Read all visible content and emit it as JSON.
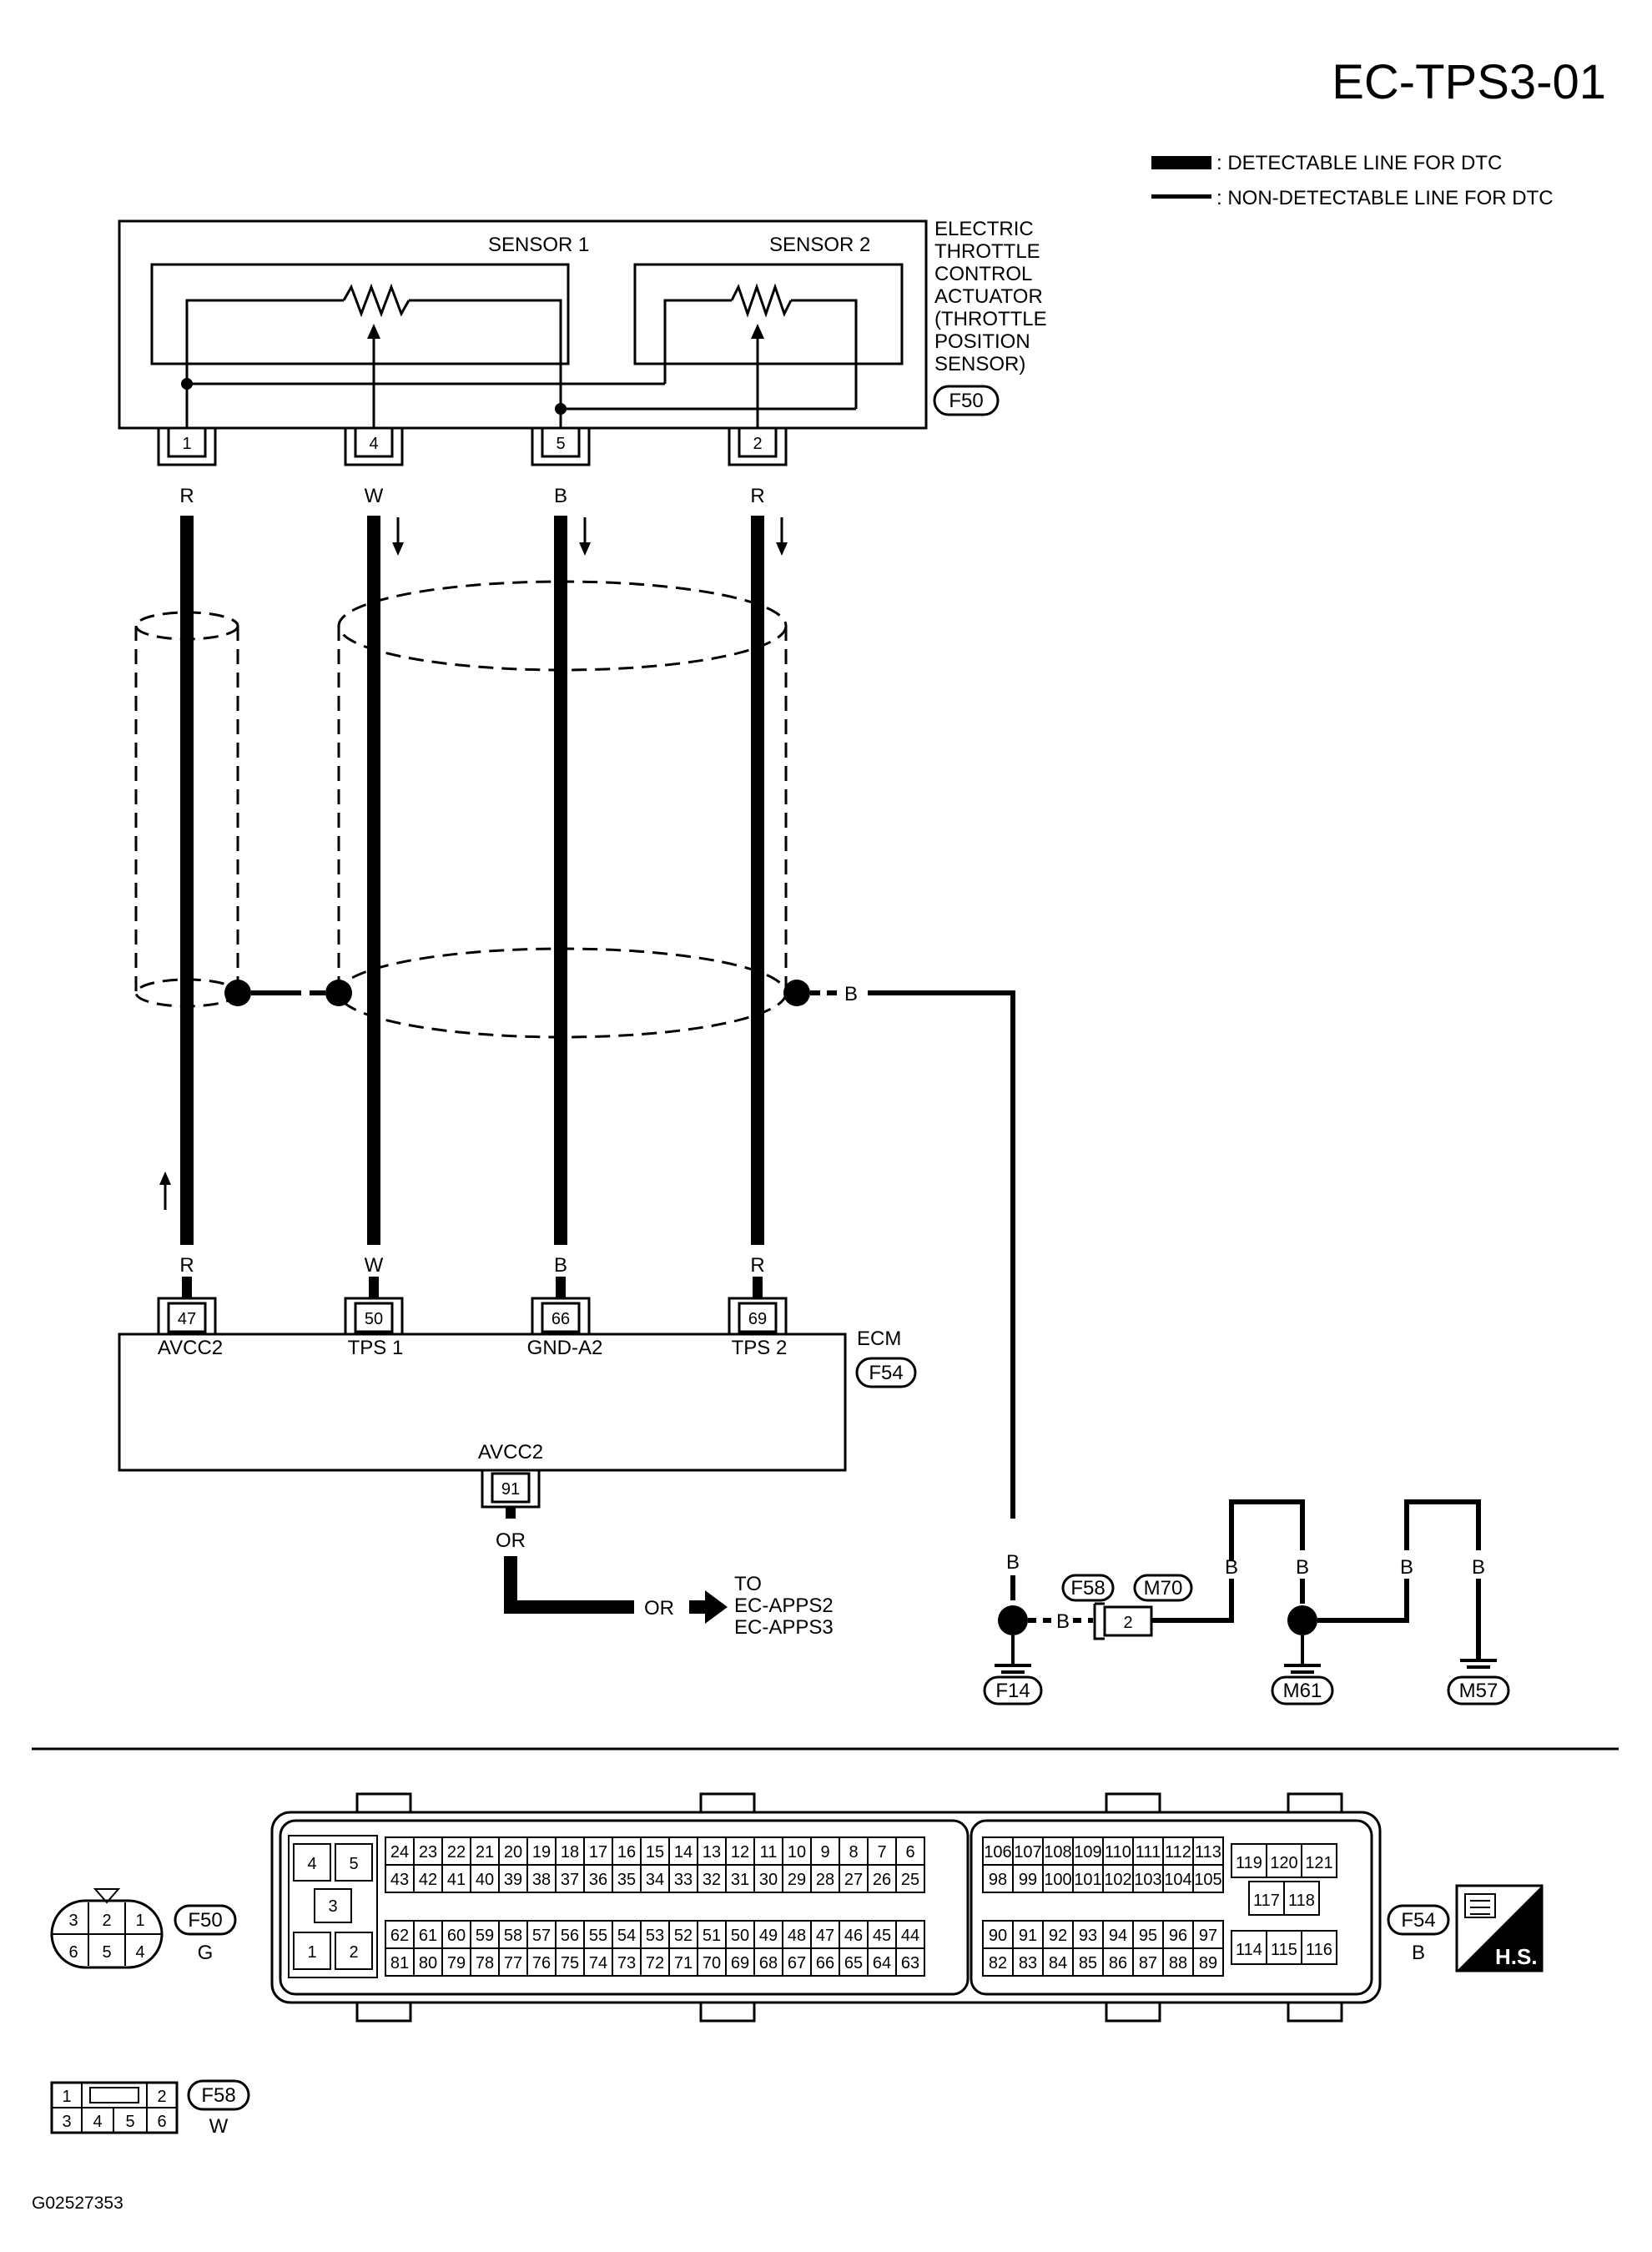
{
  "page": {
    "code": "EC-TPS3-01",
    "figure_id": "G02527353"
  },
  "legend": {
    "detectable": ": DETECTABLE LINE FOR DTC",
    "non_detectable": ": NON-DETECTABLE LINE FOR DTC"
  },
  "actuator": {
    "name_lines": [
      "ELECTRIC",
      "THROTTLE",
      "CONTROL",
      "ACTUATOR",
      "(THROTTLE",
      "POSITION",
      "SENSOR)"
    ],
    "connector": "F50",
    "sensor1": "SENSOR 1",
    "sensor2": "SENSOR 2",
    "pins": [
      "1",
      "4",
      "5",
      "2"
    ]
  },
  "wires": {
    "colors_top": [
      "R",
      "W",
      "B",
      "R"
    ],
    "colors_bottom": [
      "R",
      "W",
      "B",
      "R"
    ],
    "shield_color": "B"
  },
  "ecm": {
    "name": "ECM",
    "connector": "F54",
    "pins": [
      "47",
      "50",
      "66",
      "69"
    ],
    "terminals": [
      "AVCC2",
      "TPS 1",
      "GND-A2",
      "TPS 2"
    ],
    "lower_terminal": "AVCC2",
    "lower_pin": "91",
    "lower_wire_color": "OR",
    "to_wire_color": "OR",
    "to_lines": [
      "TO",
      "EC-APPS2",
      "EC-APPS3"
    ]
  },
  "ground": {
    "wire_labels": [
      "B",
      "B",
      "B",
      "B",
      "B",
      "B"
    ],
    "connector_labels": [
      "F58",
      "M70"
    ],
    "connector_pin": "2",
    "grounds": [
      "F14",
      "M61",
      "M57"
    ]
  },
  "f50_face": {
    "label": "F50",
    "color": "G",
    "top": [
      "3",
      "2",
      "1"
    ],
    "bottom": [
      "6",
      "5",
      "4"
    ]
  },
  "f54_face": {
    "label": "F54",
    "color": "B",
    "hs": "H.S.",
    "left_block": [
      "4",
      "5",
      "3",
      "1",
      "2"
    ],
    "row1": [
      "24",
      "23",
      "22",
      "21",
      "20",
      "19",
      "18",
      "17",
      "16",
      "15",
      "14",
      "13",
      "12",
      "11",
      "10",
      "9",
      "8",
      "7",
      "6"
    ],
    "row2": [
      "43",
      "42",
      "41",
      "40",
      "39",
      "38",
      "37",
      "36",
      "35",
      "34",
      "33",
      "32",
      "31",
      "30",
      "29",
      "28",
      "27",
      "26",
      "25"
    ],
    "row3": [
      "62",
      "61",
      "60",
      "59",
      "58",
      "57",
      "56",
      "55",
      "54",
      "53",
      "52",
      "51",
      "50",
      "49",
      "48",
      "47",
      "46",
      "45",
      "44"
    ],
    "row4": [
      "81",
      "80",
      "79",
      "78",
      "77",
      "76",
      "75",
      "74",
      "73",
      "72",
      "71",
      "70",
      "69",
      "68",
      "67",
      "66",
      "65",
      "64",
      "63"
    ],
    "mid_row1": [
      "106",
      "107",
      "108",
      "109",
      "110",
      "111",
      "112",
      "113"
    ],
    "mid_row2": [
      "98",
      "99",
      "100",
      "101",
      "102",
      "103",
      "104",
      "105"
    ],
    "mid_row3": [
      "90",
      "91",
      "92",
      "93",
      "94",
      "95",
      "96",
      "97"
    ],
    "mid_row4": [
      "82",
      "83",
      "84",
      "85",
      "86",
      "87",
      "88",
      "89"
    ],
    "right_row1": [
      "119",
      "120",
      "121"
    ],
    "right_row2": [
      "117",
      "118"
    ],
    "right_row3": [
      "114",
      "115",
      "116"
    ]
  },
  "f58_face": {
    "label": "F58",
    "color": "W",
    "top": [
      "1",
      "2"
    ],
    "bottom": [
      "3",
      "4",
      "5",
      "6"
    ]
  }
}
